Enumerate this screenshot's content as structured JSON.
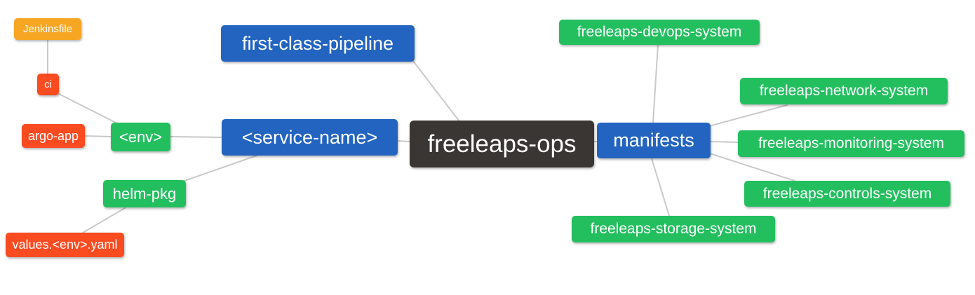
{
  "diagram": {
    "type": "mindmap",
    "root_label": "freeleaps-ops",
    "nodes": [
      {
        "id": "jenkinsfile",
        "label": "Jenkinsfile",
        "color": "orange"
      },
      {
        "id": "ci",
        "label": "ci",
        "color": "red"
      },
      {
        "id": "argo-app",
        "label": "argo-app",
        "color": "red"
      },
      {
        "id": "env",
        "label": "<env>",
        "color": "green"
      },
      {
        "id": "helm-pkg",
        "label": "helm-pkg",
        "color": "green"
      },
      {
        "id": "values-env-yaml",
        "label": "values.<env>.yaml",
        "color": "red"
      },
      {
        "id": "first-class-pipeline",
        "label": "first-class-pipeline",
        "color": "blue"
      },
      {
        "id": "service-name",
        "label": "<service-name>",
        "color": "blue"
      },
      {
        "id": "freeleaps-ops",
        "label": "freeleaps-ops",
        "color": "dark"
      },
      {
        "id": "manifests",
        "label": "manifests",
        "color": "blue"
      },
      {
        "id": "freeleaps-devops-system",
        "label": "freeleaps-devops-system",
        "color": "green"
      },
      {
        "id": "freeleaps-network-system",
        "label": "freeleaps-network-system",
        "color": "green"
      },
      {
        "id": "freeleaps-monitoring-system",
        "label": "freeleaps-monitoring-system",
        "color": "green"
      },
      {
        "id": "freeleaps-controls-system",
        "label": "freeleaps-controls-system",
        "color": "green"
      },
      {
        "id": "freeleaps-storage-system",
        "label": "freeleaps-storage-system",
        "color": "green"
      }
    ],
    "edges": [
      {
        "from": "jenkinsfile",
        "to": "ci"
      },
      {
        "from": "ci",
        "to": "env"
      },
      {
        "from": "argo-app",
        "to": "env"
      },
      {
        "from": "env",
        "to": "service-name"
      },
      {
        "from": "helm-pkg",
        "to": "service-name"
      },
      {
        "from": "values-env-yaml",
        "to": "helm-pkg"
      },
      {
        "from": "first-class-pipeline",
        "to": "freeleaps-ops"
      },
      {
        "from": "service-name",
        "to": "freeleaps-ops"
      },
      {
        "from": "freeleaps-ops",
        "to": "manifests"
      },
      {
        "from": "manifests",
        "to": "freeleaps-devops-system"
      },
      {
        "from": "manifests",
        "to": "freeleaps-network-system"
      },
      {
        "from": "manifests",
        "to": "freeleaps-monitoring-system"
      },
      {
        "from": "manifests",
        "to": "freeleaps-controls-system"
      },
      {
        "from": "manifests",
        "to": "freeleaps-storage-system"
      }
    ]
  },
  "colors": {
    "blue": "#2264c0",
    "green": "#23bf5f",
    "red": "#fa4b21",
    "orange": "#f6a623",
    "dark": "#3a3634",
    "edge": "#c9c9c9",
    "text": "#ffffff",
    "background": "#ffffff"
  }
}
